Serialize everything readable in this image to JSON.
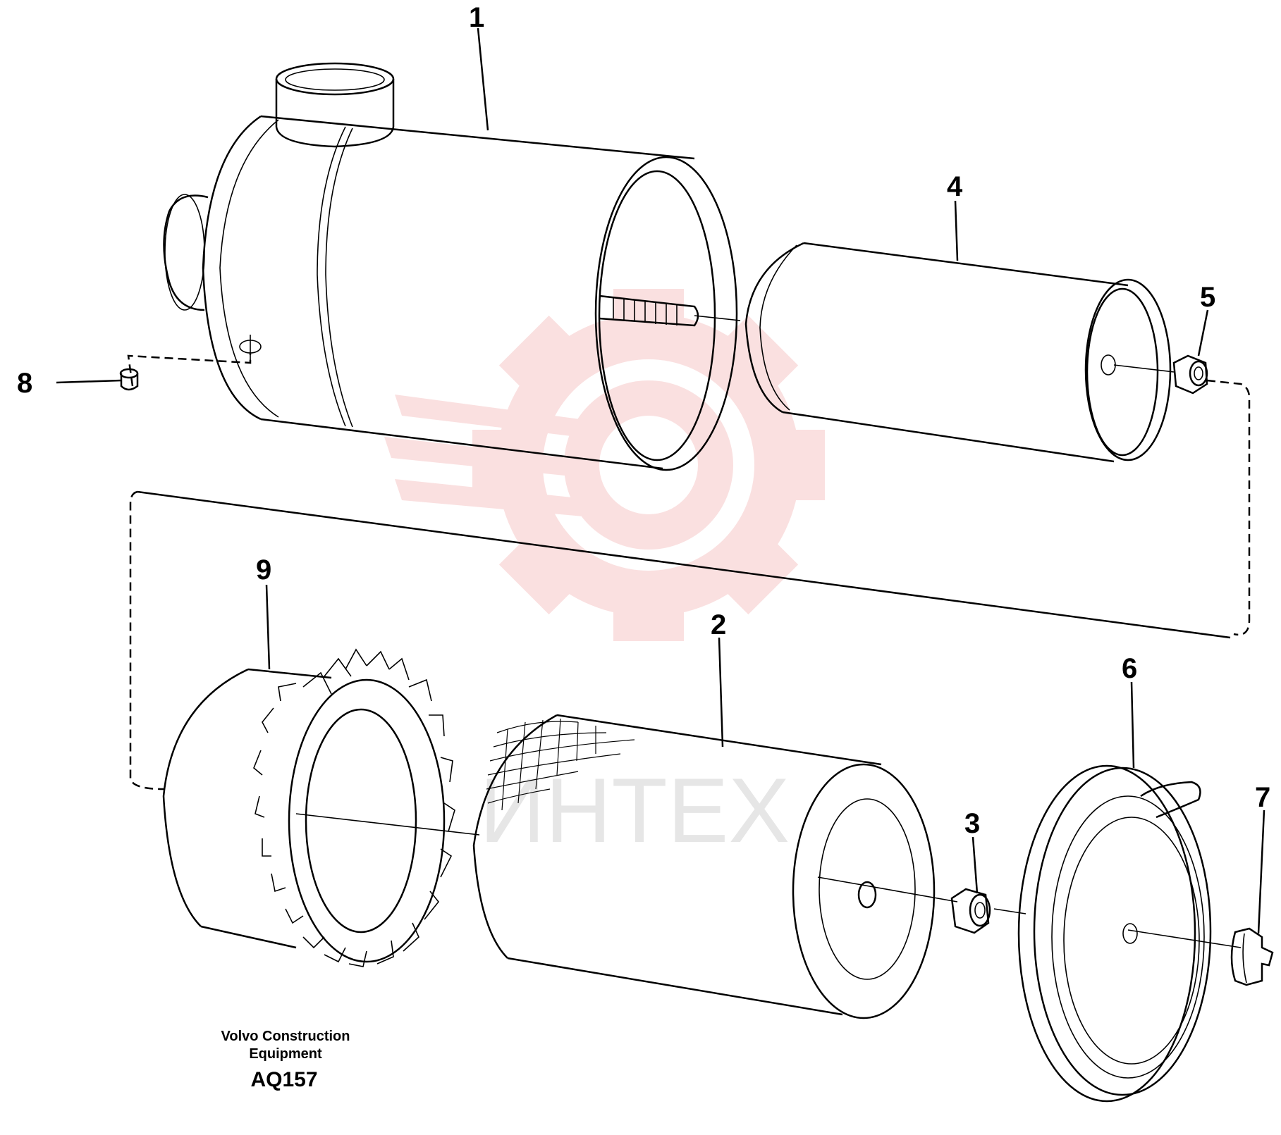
{
  "callouts": {
    "p1": "1",
    "p2": "2",
    "p3": "3",
    "p4": "4",
    "p5": "5",
    "p6": "6",
    "p7": "7",
    "p8": "8",
    "p9": "9"
  },
  "caption": {
    "line1": "Volvo Construction",
    "line2": "Equipment",
    "code": "AQ157"
  },
  "watermark": {
    "text": "ИНТЕХ",
    "color": "#f7c8c8"
  }
}
